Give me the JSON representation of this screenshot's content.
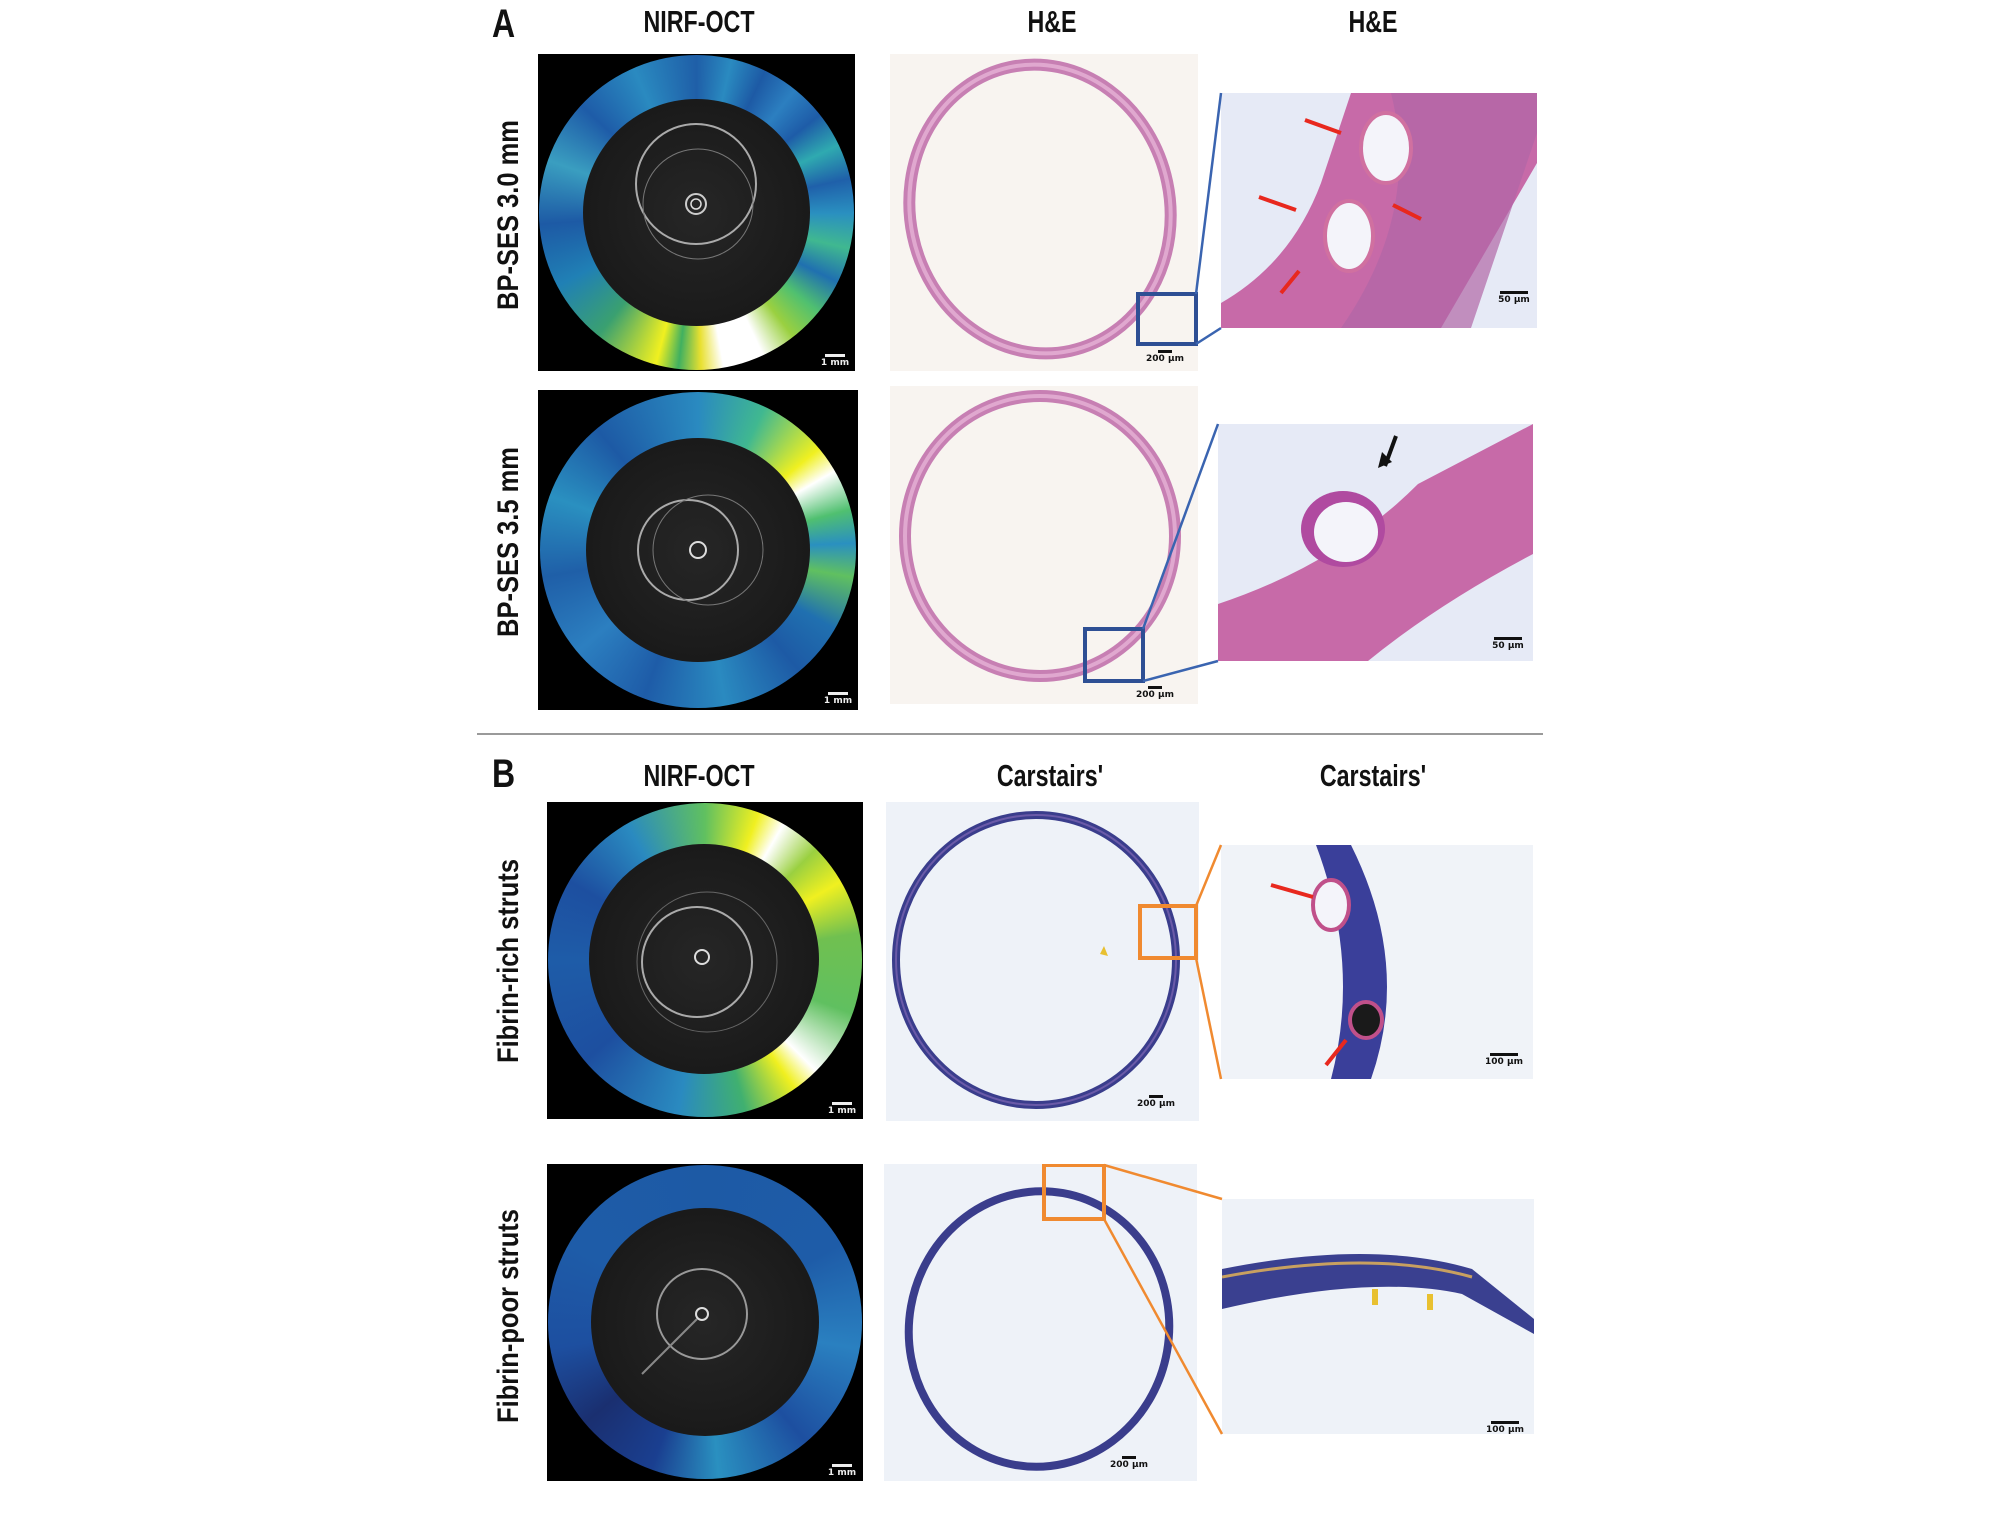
{
  "panels": {
    "A": {
      "label": "A",
      "headers": [
        "NIRF-OCT",
        "H&E",
        "H&E"
      ],
      "rows": [
        {
          "label": "BP-SES 3.0 mm",
          "scales": [
            "1 mm",
            "200 µm",
            "50 µm"
          ],
          "arrows": "red"
        },
        {
          "label": "BP-SES 3.5 mm",
          "scales": [
            "1 mm",
            "200 µm",
            "50 µm"
          ],
          "arrows": "black"
        }
      ],
      "box_color": "#2e4f94"
    },
    "B": {
      "label": "B",
      "headers": [
        "NIRF-OCT",
        "Carstairs'",
        "Carstairs'"
      ],
      "rows": [
        {
          "label": "Fibrin-rich struts",
          "scales": [
            "1 mm",
            "200 µm",
            "100 µm"
          ],
          "arrows": "red"
        },
        {
          "label": "Fibrin-poor struts",
          "scales": [
            "1 mm",
            "200 µm",
            "100 µm"
          ]
        }
      ],
      "box_color": "#f08a30"
    }
  }
}
